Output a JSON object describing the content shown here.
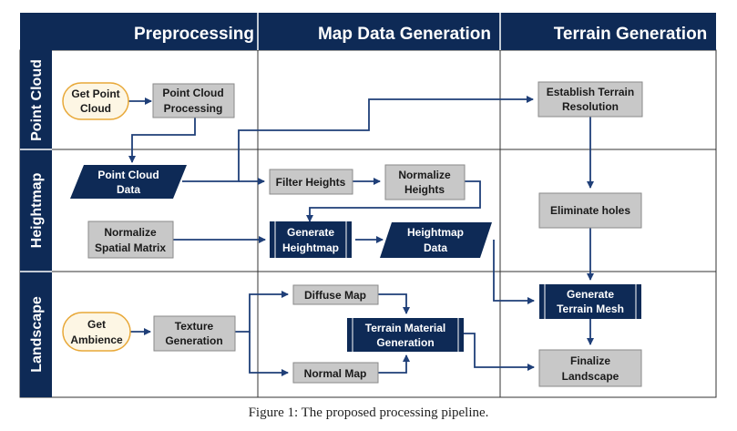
{
  "columns": {
    "preprocessing": "Preprocessing",
    "map_data_generation": "Map Data Generation",
    "terrain_generation": "Terrain Generation"
  },
  "rows": {
    "point_cloud": "Point Cloud",
    "heightmap": "Heightmap",
    "landscape": "Landscape"
  },
  "nodes": {
    "get_point_cloud": [
      "Get Point",
      "Cloud"
    ],
    "point_cloud_processing": [
      "Point Cloud",
      "Processing"
    ],
    "establish_terrain_resolution": [
      "Establish Terrain",
      "Resolution"
    ],
    "point_cloud_data": [
      "Point Cloud",
      "Data"
    ],
    "filter_heights": [
      "Filter Heights"
    ],
    "normalize_heights": [
      "Normalize",
      "Heights"
    ],
    "eliminate_holes": [
      "Eliminate holes"
    ],
    "normalize_spatial_matrix": [
      "Normalize",
      "Spatial Matrix"
    ],
    "generate_heightmap": [
      "Generate",
      "Heightmap"
    ],
    "heightmap_data": [
      "Heightmap",
      "Data"
    ],
    "generate_terrain_mesh": [
      "Generate",
      "Terrain Mesh"
    ],
    "get_ambience": [
      "Get",
      "Ambience"
    ],
    "texture_generation": [
      "Texture",
      "Generation"
    ],
    "diffuse_map": [
      "Diffuse Map"
    ],
    "terrain_material_generation": [
      "Terrain Material",
      "Generation"
    ],
    "normal_map": [
      "Normal Map"
    ],
    "finalize_landscape": [
      "Finalize",
      "Landscape"
    ]
  },
  "caption": "Figure 1: The proposed processing pipeline.",
  "colors": {
    "navy": "#0e2a56",
    "grey_box": "#c8c8c8",
    "grey_border": "#8a8a8a",
    "oval_fill": "#fdf6e4",
    "oval_border": "#e8a838",
    "arrow": "#1f3f78"
  }
}
